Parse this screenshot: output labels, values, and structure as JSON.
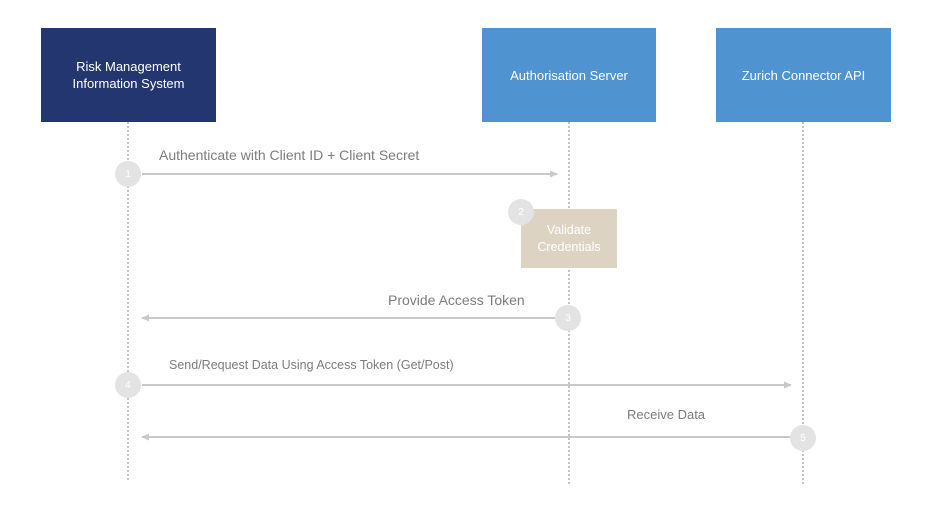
{
  "actors": [
    {
      "label": "Risk Management\nInformation System",
      "color": "#24366f"
    },
    {
      "label": "Authorisation Server",
      "color": "#4f93d0"
    },
    {
      "label": "Zurich Connector API",
      "color": "#4f93d0"
    }
  ],
  "messages": [
    {
      "step": "1",
      "label": "Authenticate with Client ID + Client Secret"
    },
    {
      "step": "3",
      "label": "Provide Access Token"
    },
    {
      "step": "4",
      "label": "Send/Request Data Using Access Token (Get/Post)"
    },
    {
      "step": "5",
      "label": "Receive Data"
    }
  ],
  "note": {
    "step": "2",
    "label": "Validate\nCredentials",
    "color": "#ddd3c2"
  },
  "colors": {
    "arrow": "#c9c9c9",
    "lifeline": "#c4c4c4",
    "circle": "#e3e3e3",
    "text": "#7c7c7c"
  }
}
